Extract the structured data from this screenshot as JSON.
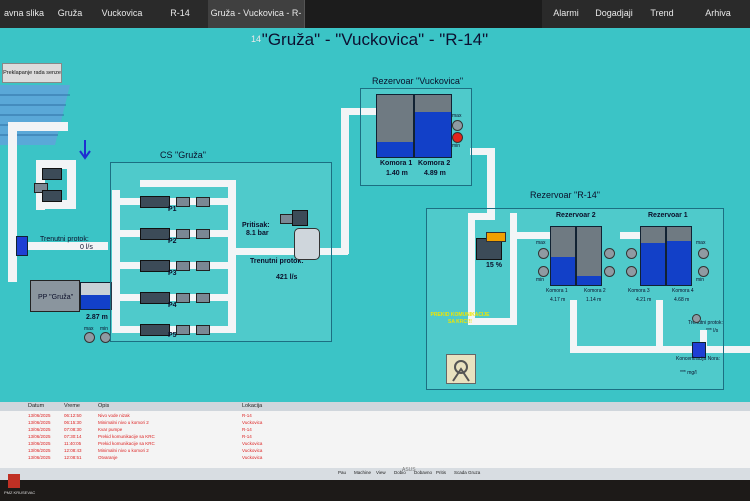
{
  "nav": {
    "tabs": [
      "avna slika",
      "Gruža",
      "Vuckovica",
      "R-14",
      "Gruža - Vuckovica - R-14"
    ],
    "right": [
      "Alarmi",
      "Dogadjaji",
      "Trend",
      "Arhiva"
    ]
  },
  "title": "\"Gruža\" - \"Vuckovica\" - \"R-14\"",
  "button": "Preklapanje rada senze",
  "cs": {
    "title": "CS \"Gruža\"",
    "pumps": [
      "P1",
      "P2",
      "P3",
      "P4",
      "P5"
    ],
    "pressure_label": "Pritisak:",
    "pressure_value": "8.1 bar",
    "flow_label": "Trenutni protok:",
    "flow_value": "421 l/s"
  },
  "pp": {
    "label": "PP \"Gruža\"",
    "flow_label": "Trenutni protok:",
    "flow_value": "0 l/s",
    "level": "2.87 m",
    "max": "max",
    "min": "min"
  },
  "vuckovica": {
    "title": "Rezervoar \"Vuckovica\"",
    "chambers": [
      {
        "name": "Komora 1",
        "level": "1.40 m",
        "fill": 0.25
      },
      {
        "name": "Komora 2",
        "level": "4.89 m",
        "fill": 0.72
      }
    ],
    "max": "max",
    "min": "min"
  },
  "r14": {
    "title": "Rezervoar \"R-14\"",
    "percent": "15 %",
    "res2": {
      "title": "Rezervoar 2",
      "chambers": [
        {
          "name": "Komora 1",
          "level": "4.17 m",
          "fill": 0.48
        },
        {
          "name": "Komora 2",
          "level": "1.14 m",
          "fill": 0.16
        }
      ]
    },
    "res1": {
      "title": "Rezervoar 1",
      "chambers": [
        {
          "name": "Komora 3",
          "level": "4.21 m",
          "fill": 0.72
        },
        {
          "name": "Komora 4",
          "level": "4.68 m",
          "fill": 0.76
        }
      ]
    },
    "flow_label": "Trenutni protok:",
    "flow_value": "*** l/s",
    "conc_label": "Koncentracija Nora:",
    "conc_value": "*** mg/l",
    "max": "max",
    "min": "min"
  },
  "comm": "PREKID KOMUNIKACIJE SA KRC!!!",
  "alarm": {
    "headers": [
      "Datum",
      "Vreme",
      "Opis",
      "Lokacija"
    ],
    "rows": [
      [
        "13/06/2025",
        "06:12:50",
        "Nivo vode nizak",
        "R-14"
      ],
      [
        "13/06/2025",
        "06:15:30",
        "Minimalni nivo u komori 2",
        "Vuckovica"
      ],
      [
        "13/06/2025",
        "07:08:30",
        "Kvar pumpe",
        "R-14"
      ],
      [
        "13/06/2025",
        "07:30:14",
        "Prekid komunikacije sa KRC",
        "R-14"
      ],
      [
        "13/06/2025",
        "11:40:05",
        "Prekid komunikacije sa KRC",
        "Vuckovica"
      ],
      [
        "13/06/2025",
        "12:08:43",
        "Minimalni nivo u komori 2",
        "Vuckovica"
      ],
      [
        "13/06/2025",
        "12:08:51",
        "Otvaranje",
        "Vuckovica"
      ]
    ]
  },
  "taskbar": [
    "Pau",
    "Machine",
    "View",
    "Dobio",
    "Dobavno",
    "Pritis",
    "Scada Gruza"
  ],
  "brand": "ASUS",
  "logo_text": "PMZ KRUSEVAC"
}
